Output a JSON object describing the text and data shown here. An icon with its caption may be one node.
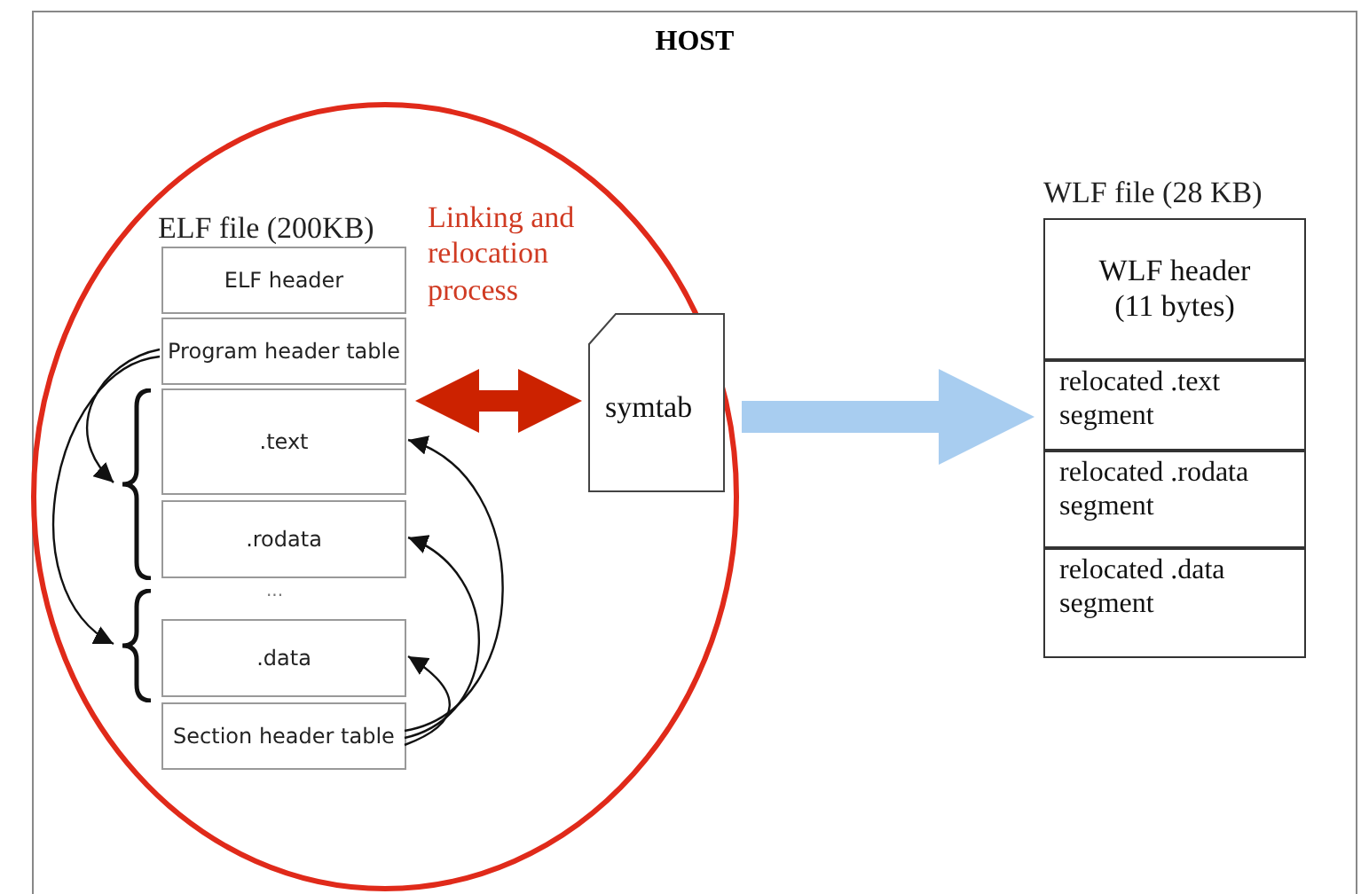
{
  "diagram": {
    "nodes": [
      {
        "text": [
          "HOST"
        ]
      },
      {
        "text": [
          "Linking and relocation process"
        ],
        "in": 0
      },
      {
        "text": [
          "ELF file (200KB)"
        ],
        "in": 1
      },
      {
        "text": [
          "ELF header"
        ],
        "in": 2
      },
      {
        "text": [
          "Program header table"
        ],
        "in": 2
      },
      {
        "text": [
          ".text"
        ],
        "in": 2
      },
      {
        "text": [
          ".rodata"
        ],
        "in": 2
      },
      {
        "text": [
          ".data"
        ],
        "in": 2
      },
      {
        "text": [
          "Section header table"
        ],
        "in": 2
      },
      {
        "text": [],
        "shape": "brace",
        "in": 1
      },
      {
        "text": [],
        "shape": "brace",
        "in": 1
      },
      {
        "text": [
          "symtab"
        ],
        "in": 1
      },
      {
        "text": [
          "WLF file (28 KB)"
        ],
        "in": 0
      },
      {
        "text": [
          "WLF header (11 bytes)"
        ],
        "in": 12
      },
      {
        "text": [
          "relocated .text segment"
        ],
        "in": 12
      },
      {
        "text": [
          "relocated .rodata segment"
        ],
        "in": 12
      },
      {
        "text": [
          "relocated .data segment"
        ],
        "in": 12
      }
    ],
    "edges": [
      {
        "from": 4,
        "to": 9,
        "arrow": "to"
      },
      {
        "from": 4,
        "to": 10,
        "arrow": "to"
      },
      {
        "from": 8,
        "to": 5,
        "arrow": "to"
      },
      {
        "from": 8,
        "to": 6,
        "arrow": "to"
      },
      {
        "from": 8,
        "to": 7,
        "arrow": "to"
      },
      {
        "from": 2,
        "to": 11,
        "arrow": "both",
        "style": "thick",
        "color": "#cc2200"
      },
      {
        "from": 1,
        "to": 12,
        "arrow": "to",
        "style": "thick",
        "color": "#a8cdf0"
      }
    ],
    "labels": [
      "..."
    ]
  }
}
